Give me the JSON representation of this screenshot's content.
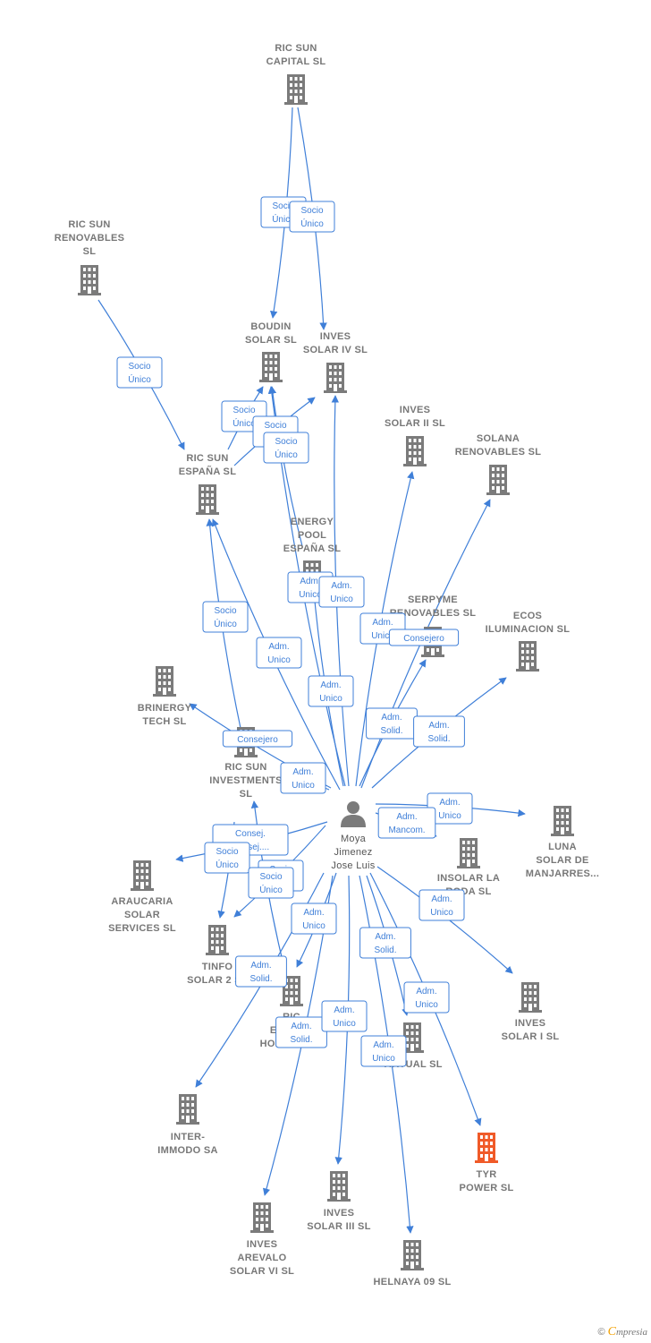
{
  "colors": {
    "building": "#7b7b7b",
    "highlight": "#f05a28",
    "edge": "#3f7fd8",
    "label": "#777777"
  },
  "nodes": [
    {
      "id": "ric_sun_capital",
      "icon": "building-icon",
      "lines": [
        "RIC SUN",
        "CAPITAL  SL"
      ]
    },
    {
      "id": "ric_sun_renovables",
      "icon": "building-icon",
      "lines": [
        "RIC SUN",
        "RENOVABLES",
        "SL"
      ]
    },
    {
      "id": "boudin",
      "icon": "building-icon",
      "lines": [
        "BOUDIN",
        "SOLAR SL"
      ]
    },
    {
      "id": "inves_iv",
      "icon": "building-icon",
      "lines": [
        "INVES",
        "SOLAR IV SL"
      ]
    },
    {
      "id": "inves_ii",
      "icon": "building-icon",
      "lines": [
        "INVES",
        "SOLAR II SL"
      ]
    },
    {
      "id": "solana",
      "icon": "building-icon",
      "lines": [
        "SOLANA",
        "RENOVABLES SL"
      ]
    },
    {
      "id": "ric_sun_espana",
      "icon": "building-icon",
      "lines": [
        "RIC SUN",
        "ESPAÑA  SL"
      ]
    },
    {
      "id": "energy_pool",
      "icon": "building-icon",
      "lines": [
        "ENERGY",
        "POOL",
        "ESPAÑA  SL"
      ]
    },
    {
      "id": "serpyme",
      "icon": "building-icon",
      "lines": [
        "SERPYME",
        "RENOVABLES SL"
      ]
    },
    {
      "id": "ecos",
      "icon": "building-icon",
      "lines": [
        "ECOS",
        "ILUMINACION SL"
      ]
    },
    {
      "id": "brinergy",
      "icon": "building-icon",
      "lines": [
        "BRINERGY",
        "TECH  SL"
      ]
    },
    {
      "id": "ric_sun_investments",
      "icon": "building-icon",
      "lines": [
        "RIC SUN",
        "INVESTMENTS",
        "SL"
      ]
    },
    {
      "id": "moya",
      "icon": "person-icon",
      "lines": [
        "Moya",
        "Jimenez",
        "Jose Luis"
      ]
    },
    {
      "id": "luna",
      "icon": "building-icon",
      "lines": [
        "LUNA",
        "SOLAR DE",
        "MANJARRES..."
      ]
    },
    {
      "id": "insolar",
      "icon": "building-icon",
      "lines": [
        "INSOLAR LA",
        "RODA  SL"
      ]
    },
    {
      "id": "araucaria",
      "icon": "building-icon",
      "lines": [
        "ARAUCARIA",
        "SOLAR",
        "SERVICES SL"
      ]
    },
    {
      "id": "tinfo",
      "icon": "building-icon",
      "lines": [
        "TINFO",
        "SOLAR 2 SL"
      ]
    },
    {
      "id": "ric_energy",
      "icon": "building-icon",
      "lines": [
        "RIC",
        "ENERGY",
        "HOLDING SL"
      ]
    },
    {
      "id": "inves_i",
      "icon": "building-icon",
      "lines": [
        "INVES",
        "SOLAR I SL"
      ]
    },
    {
      "id": "virtual",
      "icon": "building-icon",
      "lines": [
        "VIRTUAL SL"
      ]
    },
    {
      "id": "inter_immodo",
      "icon": "building-icon",
      "lines": [
        "INTER-",
        "IMMODO SA"
      ]
    },
    {
      "id": "tyr",
      "icon": "building-icon",
      "lines": [
        "TYR",
        "POWER  SL"
      ],
      "highlight": true
    },
    {
      "id": "inves_iii",
      "icon": "building-icon",
      "lines": [
        "INVES",
        "SOLAR III SL"
      ]
    },
    {
      "id": "inves_arevalo",
      "icon": "building-icon",
      "lines": [
        "INVES",
        "AREVALO",
        "SOLAR VI SL"
      ]
    },
    {
      "id": "helnaya",
      "icon": "building-icon",
      "lines": [
        "HELNAYA 09 SL"
      ]
    }
  ],
  "edges": [
    {
      "from": "ric_sun_capital",
      "to": "boudin",
      "label": [
        "Socio",
        "Único"
      ]
    },
    {
      "from": "ric_sun_capital",
      "to": "inves_iv",
      "label": [
        "Socio",
        "Único"
      ]
    },
    {
      "from": "ric_sun_renovables",
      "to": "ric_sun_espana",
      "label": [
        "Socio",
        "Único"
      ]
    },
    {
      "from": "ric_sun_espana",
      "to": "boudin",
      "label": [
        "Socio",
        "Único"
      ]
    },
    {
      "from": "ric_sun_espana",
      "to": "inves_iv",
      "label": [
        "Socio",
        "Único"
      ]
    },
    {
      "from": "energy_pool",
      "to": "boudin",
      "label": [
        "Socio",
        "Único"
      ]
    },
    {
      "from": "moya",
      "to": "energy_pool",
      "label": [
        "Adm.",
        "Unico"
      ]
    },
    {
      "from": "moya",
      "to": "boudin",
      "label": [
        "Adm.",
        "Unico"
      ]
    },
    {
      "from": "moya",
      "to": "inves_iv",
      "label": [
        "Adm.",
        "Unico"
      ]
    },
    {
      "from": "moya",
      "to": "ric_sun_espana",
      "label": [
        "Adm.",
        "Unico"
      ]
    },
    {
      "from": "moya",
      "to": "inves_ii",
      "label": [
        "Adm.",
        "Unico"
      ]
    },
    {
      "from": "moya",
      "to": "serpyme",
      "label": [
        "Consejero"
      ]
    },
    {
      "from": "moya",
      "to": "solana",
      "label": [
        "Adm.",
        "Solid."
      ]
    },
    {
      "from": "moya",
      "to": "ecos",
      "label": [
        "Adm.",
        "Solid."
      ]
    },
    {
      "from": "ric_sun_investments",
      "to": "ric_sun_espana",
      "label": [
        "Socio",
        "Único"
      ]
    },
    {
      "from": "moya",
      "to": "brinergy",
      "label": [
        "Consejero"
      ]
    },
    {
      "from": "moya",
      "to": "ric_sun_investments",
      "label": [
        "Adm.",
        "Unico"
      ]
    },
    {
      "from": "moya",
      "to": "luna",
      "label": [
        "Adm.",
        "Unico"
      ]
    },
    {
      "from": "moya",
      "to": "insolar",
      "label": [
        "Adm.",
        "Mancom."
      ]
    },
    {
      "from": "moya",
      "to": "araucaria",
      "label": [
        "Consej.",
        "Consej...."
      ]
    },
    {
      "from": "ric_sun_investments",
      "to": "tinfo",
      "label": [
        "Socio",
        "Único"
      ]
    },
    {
      "from": "ric_energy",
      "to": "ric_sun_investments",
      "label": [
        "Socio",
        "Único"
      ]
    },
    {
      "from": "moya",
      "to": "tinfo",
      "label": [
        "Socio",
        "Único"
      ]
    },
    {
      "from": "moya",
      "to": "ric_energy",
      "label": [
        "Adm.",
        "Unico"
      ]
    },
    {
      "from": "moya",
      "to": "inter_immodo",
      "label": [
        "Adm.",
        "Solid."
      ]
    },
    {
      "from": "moya",
      "to": "inves_i",
      "label": [
        "Adm.",
        "Unico"
      ]
    },
    {
      "from": "moya",
      "to": "virtual",
      "label": [
        "Adm.",
        "Solid."
      ]
    },
    {
      "from": "moya",
      "to": "tyr",
      "label": [
        "Adm.",
        "Unico"
      ]
    },
    {
      "from": "moya",
      "to": "inves_arevalo",
      "label": [
        "Adm.",
        "Solid."
      ]
    },
    {
      "from": "moya",
      "to": "inves_iii",
      "label": [
        "Adm.",
        "Unico"
      ]
    },
    {
      "from": "moya",
      "to": "helnaya",
      "label": [
        "Adm.",
        "Unico"
      ]
    }
  ],
  "brand": {
    "copyright": "©",
    "e": "C",
    "rest": "mpresia"
  }
}
